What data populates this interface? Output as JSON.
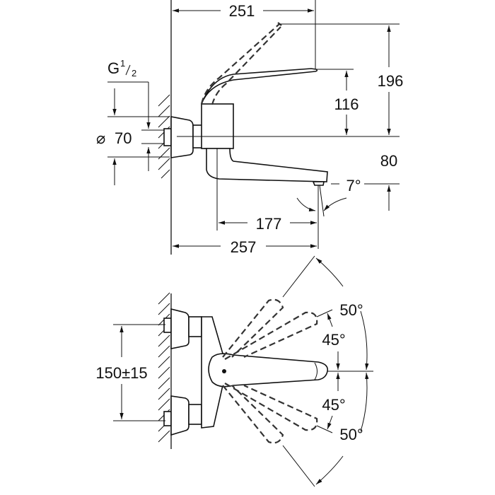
{
  "title": "Wall-mounted single-lever mixer – technical drawing",
  "side_view": {
    "dim_total_depth_top": "251",
    "dim_height_lever_raised": "196",
    "dim_height_lever": "116",
    "dim_spout_drop": "80",
    "dim_spout_angle": "7°",
    "dim_spout_reach": "177",
    "dim_total_depth_bottom": "257",
    "thread_label": "G",
    "thread_sup": "1",
    "thread_sub": "2",
    "rosette_diameter": "70",
    "diameter_symbol": "⌀"
  },
  "top_view": {
    "dim_inlet_spacing": "150±15",
    "angle_upper_outer": "50°",
    "angle_upper_inner": "45°",
    "angle_lower_inner": "45°",
    "angle_lower_outer": "50°"
  }
}
